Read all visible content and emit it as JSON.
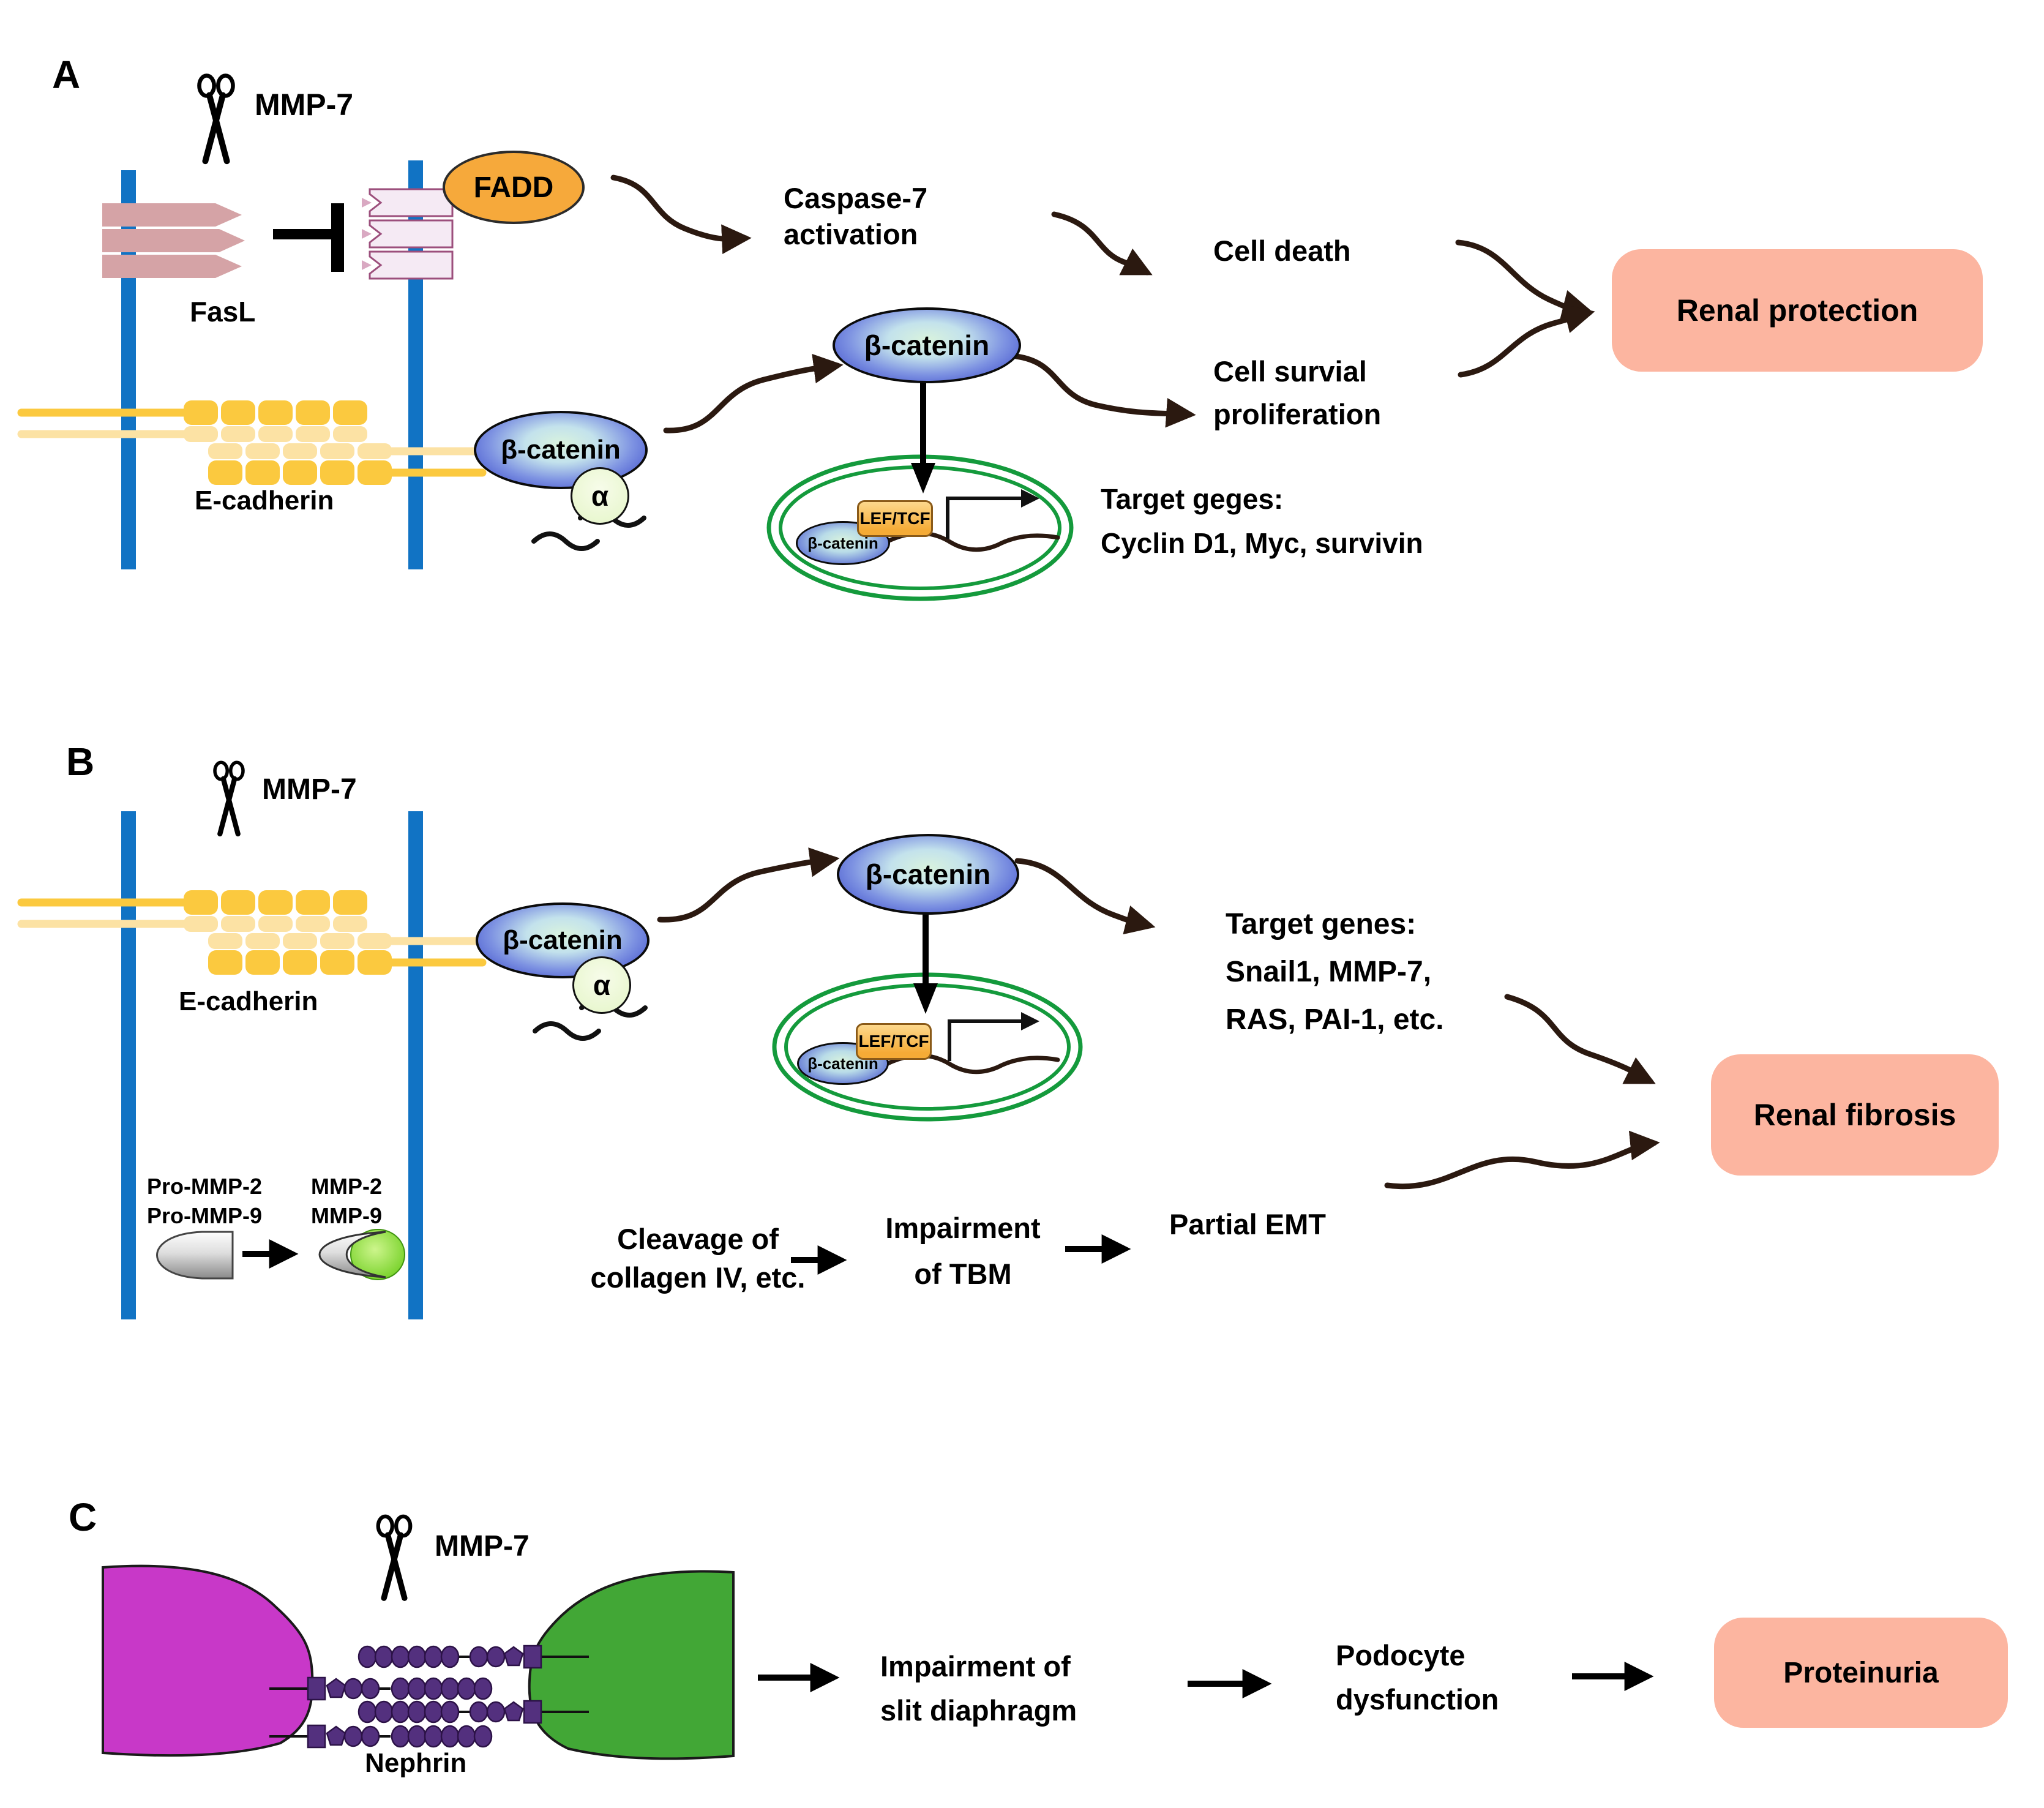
{
  "panel_a": {
    "label": "A",
    "enzyme": "MMP-7",
    "fasl": "FasL",
    "fadd": "FADD",
    "caspase_line1": "Caspase-7",
    "caspase_line2": "activation",
    "cell_death": "Cell death",
    "survival_line1": "Cell survial",
    "survival_line2": "proliferation",
    "beta_catenin_membrane": "β-catenin",
    "alpha": "α",
    "e_cadherin": "E-cadherin",
    "beta_catenin_free": "β-catenin",
    "beta_catenin_nuclear": "β-catenin",
    "lef_tcf": "LEF/TCF",
    "target_line1": "Target geges:",
    "target_line2": "Cyclin D1, Myc, survivin",
    "outcome": "Renal protection"
  },
  "panel_b": {
    "label": "B",
    "enzyme": "MMP-7",
    "e_cadherin": "E-cadherin",
    "beta_catenin_membrane": "β-catenin",
    "alpha": "α",
    "beta_catenin_free": "β-catenin",
    "beta_catenin_nuclear": "β-catenin",
    "lef_tcf": "LEF/TCF",
    "target_line1": "Target genes:",
    "target_line2": "Snail1, MMP-7,",
    "target_line3": "RAS, PAI-1, etc.",
    "pro_mmp2": "Pro-MMP-2",
    "pro_mmp9": "Pro-MMP-9",
    "mmp2": "MMP-2",
    "mmp9": "MMP-9",
    "cleavage_line1": "Cleavage of",
    "cleavage_line2": "collagen IV, etc.",
    "tbm_line1": "Impairment",
    "tbm_line2": "of TBM",
    "partial_emt": "Partial EMT",
    "outcome": "Renal fibrosis"
  },
  "panel_c": {
    "label": "C",
    "enzyme": "MMP-7",
    "nephrin": "Nephrin",
    "slit_line1": "Impairment of",
    "slit_line2": "slit diaphragm",
    "podocyte_line1": "Podocyte",
    "podocyte_line2": "dysfunction",
    "outcome": "Proteinuria"
  },
  "colors": {
    "membrane_blue": "#1173c4",
    "fasl_pink": "#d5a3a6",
    "receptor_fill": "#f5eaf4",
    "receptor_border": "#9c4f7c",
    "receptor_chevron": "#d9a9c2",
    "fadd_orange": "#f6a93b",
    "catenin_blue": "#4a5ad0",
    "catenin_core": "#d9f3dd",
    "alpha_green": "#e9f7d0",
    "ecadherin_gold": "#fbc93f",
    "ecadherin_pale": "#fce2a4",
    "nucleus_green": "#149a3c",
    "leftcf_orange": "#f5ab36",
    "outcome_pink": "#fcb5a0",
    "arrow_brown": "#2b1910",
    "mmp_green": "#67cb17",
    "podocyte_magenta": "#c838c8",
    "podocyte_green": "#42a736",
    "nephrin_purple": "#53307e",
    "black": "#000000"
  }
}
